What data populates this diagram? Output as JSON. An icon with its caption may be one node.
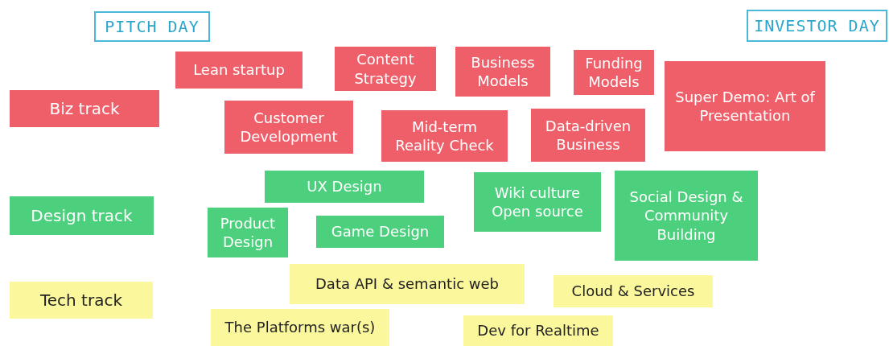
{
  "diagram": {
    "nodes": [
      {
        "text": [
          "PITCH DAY"
        ]
      },
      {
        "text": [
          "INVESTOR DAY"
        ]
      },
      {
        "text": [
          "Lean startup"
        ]
      },
      {
        "text": [
          "Content Strategy"
        ]
      },
      {
        "text": [
          "Business Models"
        ]
      },
      {
        "text": [
          "Funding Models"
        ]
      },
      {
        "text": [
          "Super Demo: Art of Presentation"
        ]
      },
      {
        "text": [
          "Biz track"
        ]
      },
      {
        "text": [
          "Customer Development"
        ]
      },
      {
        "text": [
          "Mid-term Reality Check"
        ]
      },
      {
        "text": [
          "Data-driven Business"
        ]
      },
      {
        "text": [
          "UX Design"
        ]
      },
      {
        "text": [
          "Wiki culture Open source"
        ]
      },
      {
        "text": [
          "Social Design & Community Building"
        ]
      },
      {
        "text": [
          "Design track"
        ]
      },
      {
        "text": [
          "Product Design"
        ]
      },
      {
        "text": [
          "Game Design"
        ]
      },
      {
        "text": [
          "Data API & semantic web"
        ]
      },
      {
        "text": [
          "Cloud & Services"
        ]
      },
      {
        "text": [
          "Tech track"
        ]
      },
      {
        "text": [
          "The Platforms war(s)"
        ]
      },
      {
        "text": [
          "Dev for Realtime"
        ]
      }
    ],
    "edges": []
  }
}
